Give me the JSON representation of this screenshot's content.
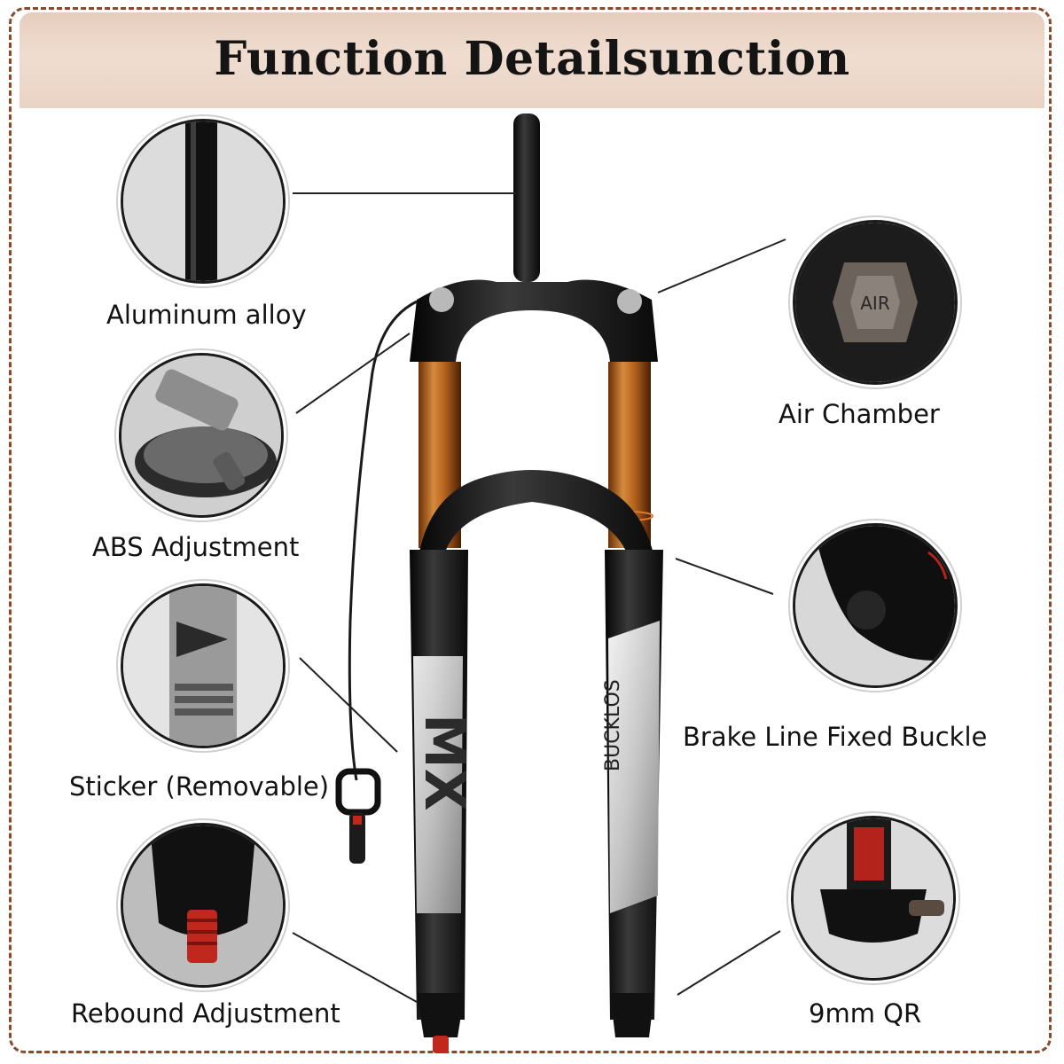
{
  "title": "Function Detailsunction",
  "labels": {
    "aluminum_alloy": "Aluminum alloy",
    "abs_adjustment": "ABS Adjustment",
    "sticker_removable": "Sticker (Removable)",
    "rebound_adjustment": "Rebound Adjustment",
    "air_chamber": "Air Chamber",
    "brake_line_fixed_buckle": "Brake Line Fixed Buckle",
    "qr_9mm": "9mm QR"
  },
  "product_text": {
    "air_cap_text": "AIR",
    "leg_logo_left": "MX",
    "leg_logo_right": "BUCKLOS"
  },
  "colors": {
    "frame_border": "#8a4a2a",
    "title_band": "#ecd6c8",
    "stanchion_copper": "#b8651f",
    "fork_black": "#151515",
    "rebound_red": "#c0281e"
  }
}
